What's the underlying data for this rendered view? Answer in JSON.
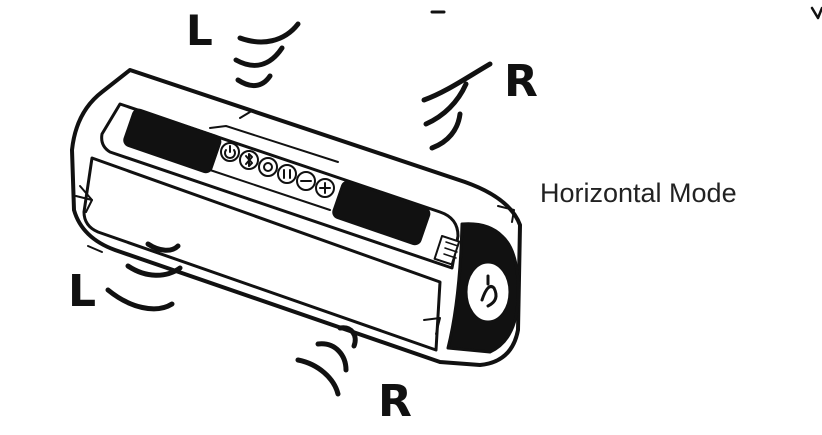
{
  "caption": "Horizontal Mode",
  "channels": {
    "top_left": "L",
    "top_right": "R",
    "bottom_left": "L",
    "bottom_right": "R"
  },
  "colors": {
    "ink": "#111111",
    "paper": "#ffffff"
  },
  "icons": [
    "power-icon",
    "bluetooth-icon",
    "mode-icon",
    "play-pause-icon",
    "volume-down-icon",
    "volume-up-icon"
  ]
}
